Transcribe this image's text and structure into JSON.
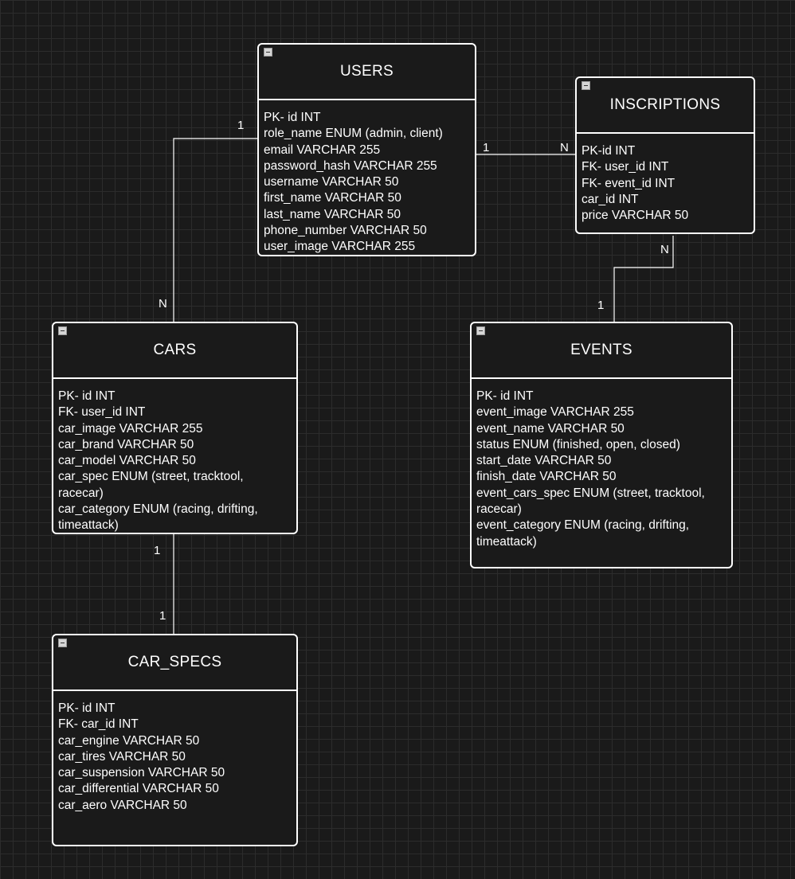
{
  "entities": {
    "users": {
      "title": "USERS",
      "fields": [
        "PK- id INT",
        "role_name ENUM (admin, client)",
        "email VARCHAR 255",
        "password_hash VARCHAR 255",
        "username VARCHAR 50",
        "first_name VARCHAR 50",
        "last_name VARCHAR 50",
        "phone_number VARCHAR 50",
        "user_image VARCHAR 255"
      ]
    },
    "inscriptions": {
      "title": "INSCRIPTIONS",
      "fields": [
        "PK-id INT",
        "FK- user_id INT",
        "FK- event_id INT",
        "car_id INT",
        "price VARCHAR 50"
      ]
    },
    "cars": {
      "title": "CARS",
      "fields": [
        "PK- id INT",
        "FK- user_id INT",
        "car_image VARCHAR 255",
        "car_brand VARCHAR 50",
        "car_model VARCHAR 50",
        "car_spec ENUM (street, tracktool, racecar)",
        "car_category ENUM (racing, drifting, timeattack)"
      ]
    },
    "events": {
      "title": "EVENTS",
      "fields": [
        "PK- id INT",
        "event_image VARCHAR 255",
        "event_name VARCHAR 50",
        "status ENUM (finished, open, closed)",
        "start_date VARCHAR 50",
        "finish_date VARCHAR 50",
        "event_cars_spec ENUM (street, tracktool, racecar)",
        "event_category ENUM (racing, drifting, timeattack)"
      ]
    },
    "car_specs": {
      "title": "CAR_SPECS",
      "fields": [
        "PK- id INT",
        "FK- car_id INT",
        "car_engine VARCHAR 50",
        "car_tires VARCHAR 50",
        "car_suspension VARCHAR 50",
        "car_differential VARCHAR 50",
        "car_aero VARCHAR 50"
      ]
    }
  },
  "relationships": [
    {
      "from": "users",
      "to": "cars",
      "from_cardinality": "1",
      "to_cardinality": "N"
    },
    {
      "from": "users",
      "to": "inscriptions",
      "from_cardinality": "1",
      "to_cardinality": "N"
    },
    {
      "from": "events",
      "to": "inscriptions",
      "from_cardinality": "1",
      "to_cardinality": "N"
    },
    {
      "from": "cars",
      "to": "car_specs",
      "from_cardinality": "1",
      "to_cardinality": "1"
    }
  ],
  "colors": {
    "background": "#1a1a1a",
    "grid": "#2c2c2c",
    "stroke": "#ffffff",
    "text": "#ffffff"
  }
}
